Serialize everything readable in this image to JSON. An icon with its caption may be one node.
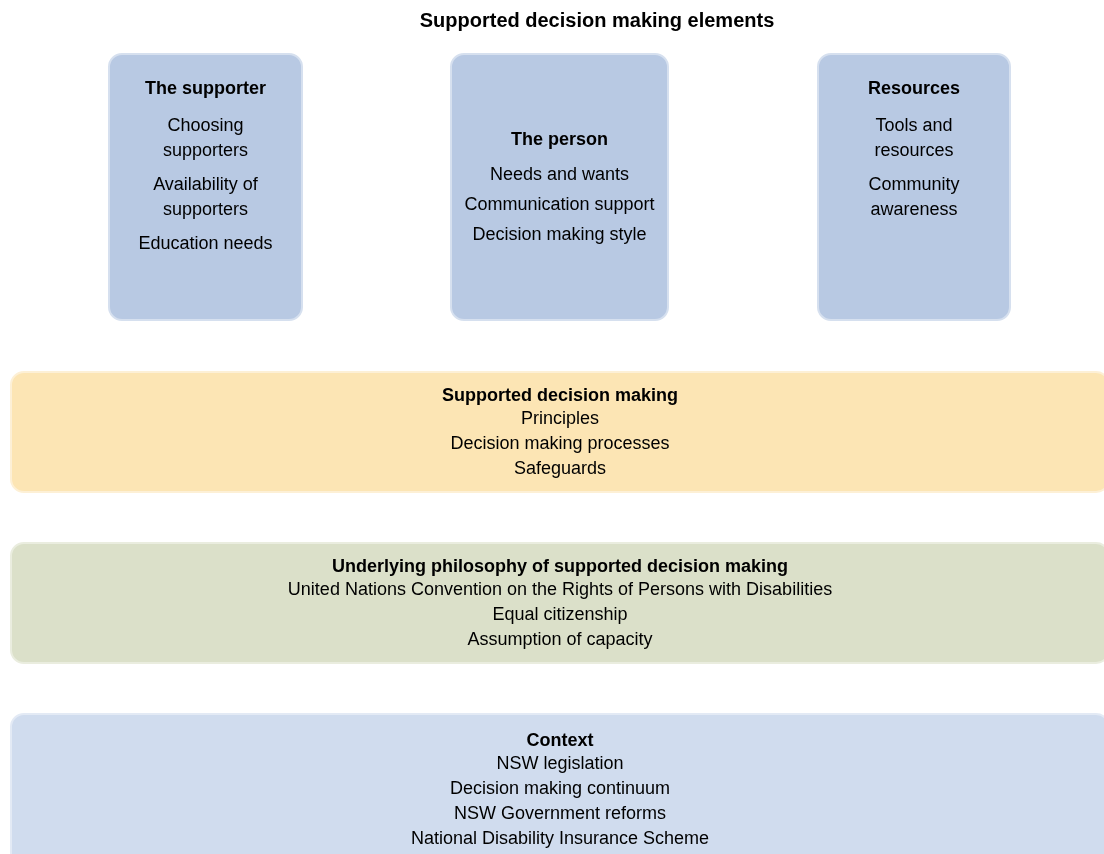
{
  "diagram": {
    "title": "Supported decision making elements",
    "nodes": [
      {
        "text": [
          "The supporter",
          "Choosing supporters",
          "Availability of supporters",
          "Education needs"
        ]
      },
      {
        "text": [
          "The person",
          "Needs and wants",
          "Communication support",
          "Decision making style"
        ]
      },
      {
        "text": [
          "Resources",
          "Tools and resources",
          "Community awareness"
        ]
      },
      {
        "text": [
          "Supported decision making",
          "Principles",
          "Decision making processes",
          "Safeguards"
        ]
      },
      {
        "text": [
          "Underlying philosophy of supported decision making",
          "United Nations Convention on the Rights of Persons with Disabilities",
          "Equal citizenship",
          "Assumption of capacity"
        ]
      },
      {
        "text": [
          "Context",
          "NSW legislation",
          "Decision making continuum",
          "NSW Government reforms",
          "National Disability Insurance Scheme"
        ]
      }
    ]
  }
}
